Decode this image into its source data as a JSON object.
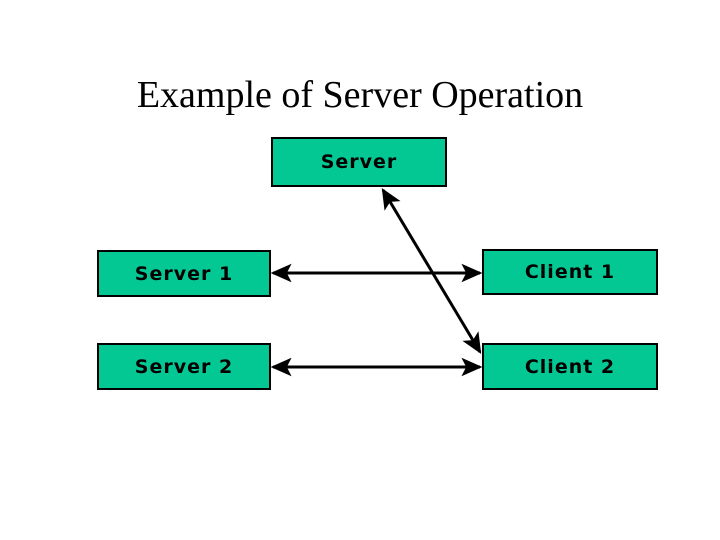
{
  "slide": {
    "title": "Example of Server Operation",
    "background_color": "#ffffff",
    "text_color": "#000000",
    "accent_color": "#04C894",
    "border_color": "#000000"
  },
  "nodes": [
    {
      "id": "server",
      "label": "Server",
      "role": "server"
    },
    {
      "id": "server_1",
      "label": "Server 1",
      "role": "server"
    },
    {
      "id": "client_1",
      "label": "Client 1",
      "role": "client"
    },
    {
      "id": "server_2",
      "label": "Server 2",
      "role": "server"
    },
    {
      "id": "client_2",
      "label": "Client 2",
      "role": "client"
    }
  ],
  "connectors": [
    {
      "id": "server1-client1",
      "from": "server_1",
      "to": "client_1",
      "style": "double-arrow",
      "orientation": "horizontal"
    },
    {
      "id": "server2-client2",
      "from": "server_2",
      "to": "client_2",
      "style": "double-arrow",
      "orientation": "horizontal"
    },
    {
      "id": "server-client2",
      "from": "server",
      "to": "client_2",
      "style": "double-arrow",
      "orientation": "diagonal"
    }
  ]
}
